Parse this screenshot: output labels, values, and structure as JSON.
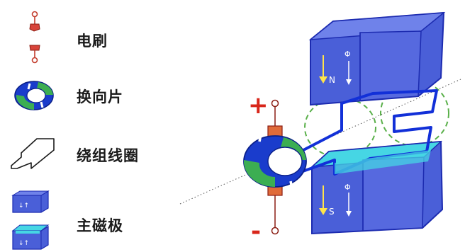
{
  "legend": {
    "brush": "电刷",
    "commutator": "换向片",
    "winding": "绕组线圈",
    "main_pole": "主磁极"
  },
  "terminals": {
    "positive": "+",
    "negative": "-"
  },
  "poles": {
    "north": "N",
    "south": "S",
    "flux": "Φ"
  },
  "colors": {
    "pole_blue": "#4a5fd8",
    "pole_outline": "#1c2bb0",
    "pole_face_cyan": "#46d6e4",
    "brush_red": "#d8443a",
    "brush_orange": "#e06b3a",
    "commutator_blue": "#1a3ccc",
    "commutator_green": "#3cae52",
    "winding_blue": "#1230d8",
    "field_green": "#5ab04a",
    "terminal_red": "#d8261a"
  }
}
